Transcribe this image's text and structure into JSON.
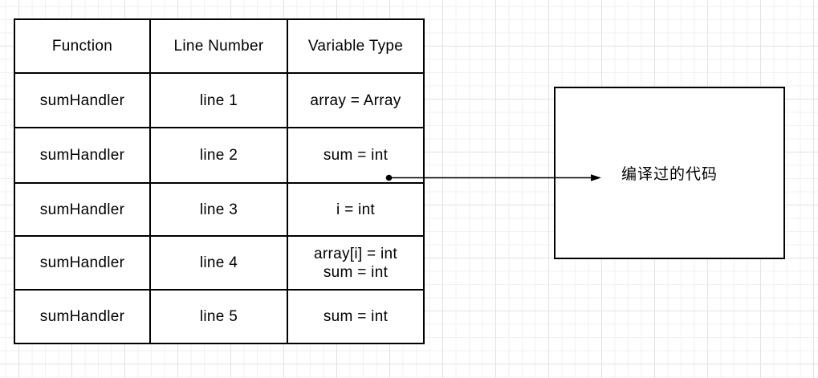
{
  "canvas": {
    "background": "#ffffff",
    "grid_minor_color": "#f1f1f1",
    "grid_major_color": "#e2e2e2"
  },
  "table": {
    "border_color": "#000000",
    "headers": [
      "Function",
      "Line Number",
      "Variable Type"
    ],
    "rows": [
      {
        "function": "sumHandler",
        "line": "line 1",
        "vars": [
          "array = Array"
        ]
      },
      {
        "function": "sumHandler",
        "line": "line 2",
        "vars": [
          "sum = int"
        ]
      },
      {
        "function": "sumHandler",
        "line": "line 3",
        "vars": [
          "i = int"
        ]
      },
      {
        "function": "sumHandler",
        "line": "line 4",
        "vars": [
          "array[i] = int",
          "sum = int"
        ]
      },
      {
        "function": "sumHandler",
        "line": "line 5",
        "vars": [
          "sum = int"
        ]
      }
    ]
  },
  "compiled_box": {
    "label": "编译过的代码",
    "border_color": "#000000"
  },
  "connector": {
    "color": "#000000"
  }
}
